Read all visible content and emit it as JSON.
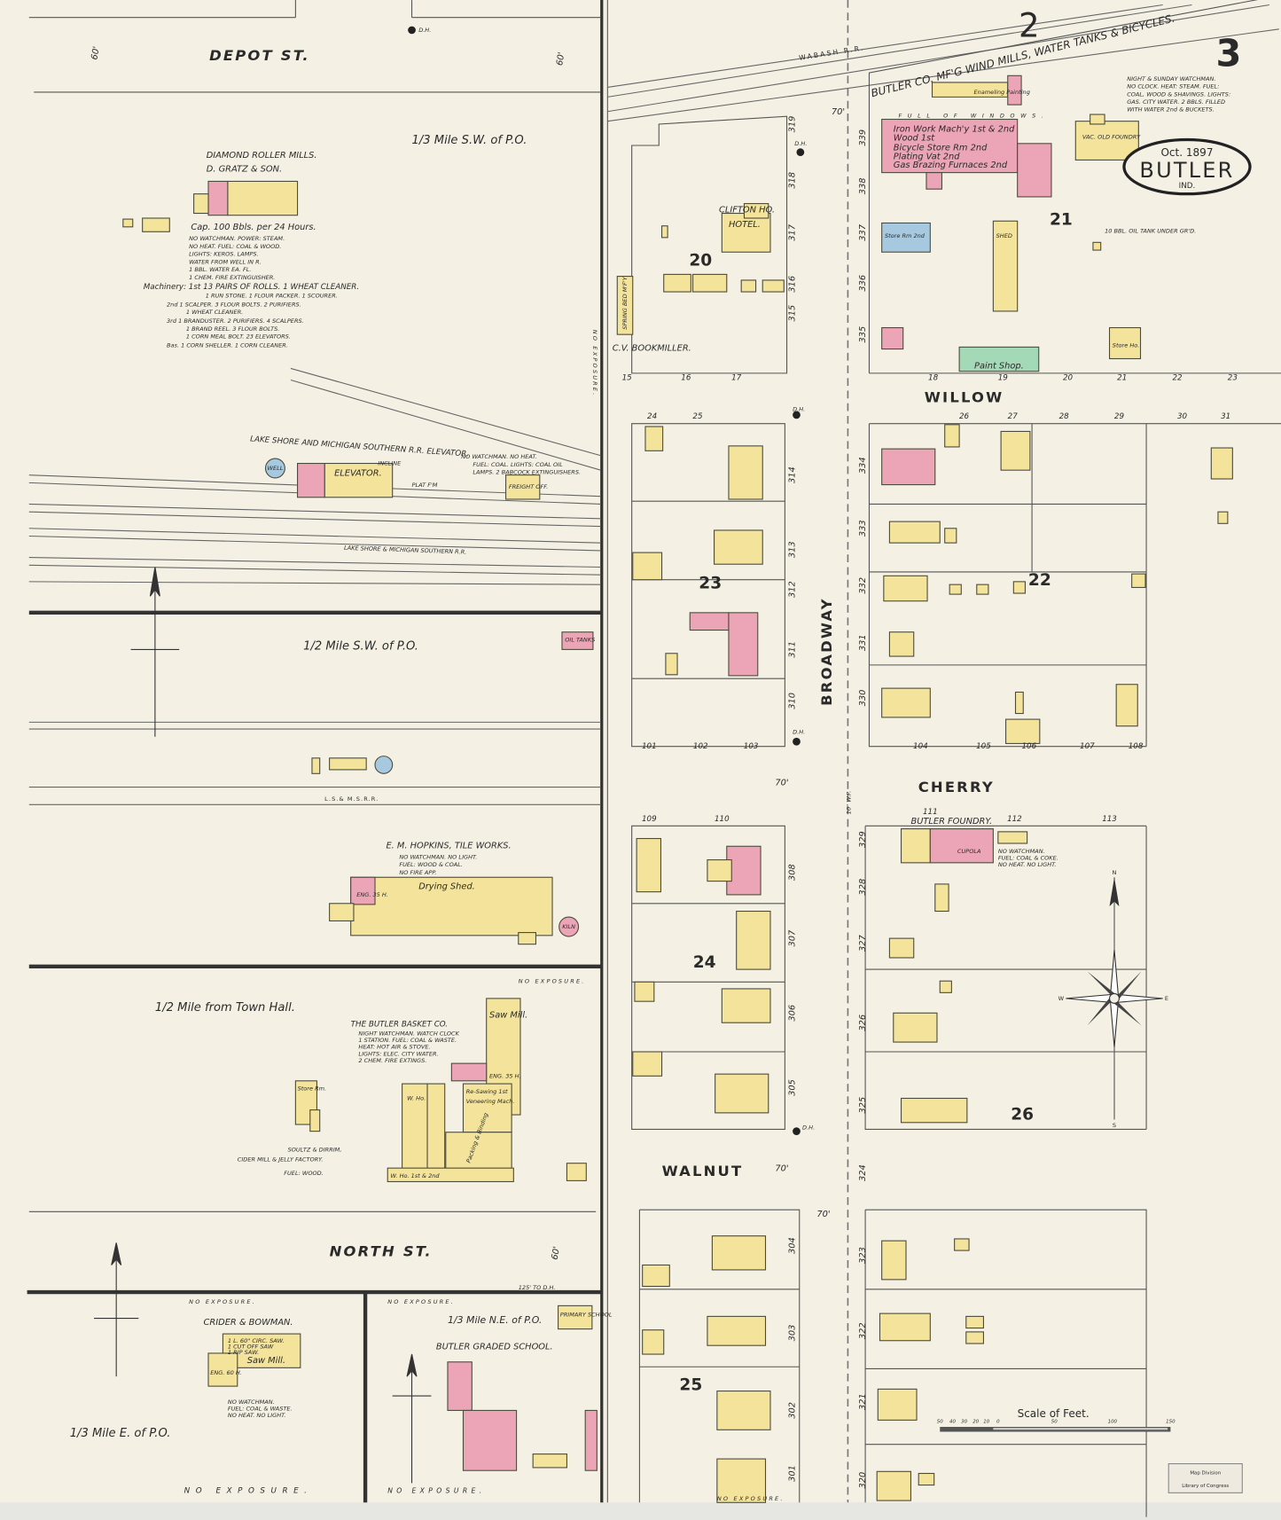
{
  "sheet": {
    "number": "3",
    "adjacent_sheet": "2"
  },
  "title_cartouche": {
    "date": "Oct. 1897",
    "town": "BUTLER",
    "state": "IND."
  },
  "colors": {
    "paper": "#f4f1e4",
    "frame_brick": "#f3e39b",
    "brick": "#eba5b6",
    "stone": "#a6c9df",
    "special": "#a3d9b6",
    "lines": "#555555"
  },
  "streets": {
    "depot": "DEPOT ST.",
    "north": "NORTH ST.",
    "broadway": "BROADWAY",
    "willow": "WILLOW",
    "cherry": "CHERRY",
    "walnut": "WALNUT",
    "wabash": "WABASH R.R.",
    "lsms_track": "LAKE SHORE & MICHIGAN SOUTHERN R.R.",
    "lsms_short": "L.S.& M.S.R.R."
  },
  "insets": {
    "sw_third": "1/3 Mile S.W. of P.O.",
    "sw_half": "1/2 Mile S.W. of P.O.",
    "town_hall": "1/2 Mile from Town Hall.",
    "east_third": "1/3 Mile E. of P.O.",
    "ne_third": "1/3 Mile N.E. of P.O."
  },
  "mills": {
    "name": "DIAMOND ROLLER MILLS.",
    "owner": "D. GRATZ & SON.",
    "capacity": "Cap. 100 Bbls. per 24 Hours.",
    "notes": [
      "NO WATCHMAN. POWER: STEAM.",
      "NO HEAT. FUEL: COAL & WOOD.",
      "LIGHTS: KEROS. LAMPS.",
      "WATER FROM WELL IN R.",
      "1 BBL. WATER EA. FL.",
      "1 CHEM. FIRE EXTINGUISHER."
    ],
    "machinery": [
      "Machinery: 1st 13 PAIRS OF ROLLS. 1 WHEAT CLEANER.",
      "1 RUN STONE. 1 FLOUR PACKER. 1 SCOURER.",
      "2nd 1 SCALPER. 3 FLOUR BOLTS. 2 PURIFIERS.",
      "1 WHEAT CLEANER.",
      "3rd 1 BRANDUSTER. 2 PURIFIERS. 4 SCALPERS.",
      "1 BRAND REEL. 3 FLOUR BOLTS.",
      "1 CORN MEAL BOLT. 23 ELEVATORS.",
      "Bas. 1 CORN SHELLER. 1 CORN CLEANER."
    ]
  },
  "elevator": {
    "title": "LAKE SHORE AND MICHIGAN SOUTHERN R.R. ELEVATOR.",
    "label": "ELEVATOR.",
    "platform": "PLAT F'M",
    "incline": "INCLINE",
    "freight": "FREIGHT OFF.",
    "well": "WELL",
    "notes": [
      "NO WATCHMAN. NO HEAT.",
      "FUEL: COAL. LIGHTS: COAL OIL",
      "LAMPS. 2 BABCOCK EXTINGUISHERS."
    ]
  },
  "tile_works": {
    "name": "E. M. HOPKINS, TILE WORKS.",
    "notes": [
      "NO WATCHMAN. NO LIGHT.",
      "FUEL: WOOD & COAL.",
      "NO FIRE APP."
    ],
    "shed": "Drying Shed.",
    "engine": "ENG. 35 H.",
    "kiln": "KILN",
    "oil_tank": "OIL TANKS"
  },
  "basket_co": {
    "name": "THE BUTLER BASKET CO.",
    "notes": [
      "NIGHT WATCHMAN. WATCH CLOCK",
      "1 STATION. FUEL: COAL & WASTE.",
      "HEAT: HOT AIR & STOVE.",
      "LIGHTS: ELEC. CITY WATER.",
      "2 CHEM. FIRE EXTINGS."
    ],
    "saw_mill": "Saw Mill.",
    "engine": "ENG. 35 H.",
    "warehouse": "W. Ho.",
    "warehouse_2": "W. Ho. 1st & 2nd",
    "resawing": "Re-Sawing 1st",
    "veneering": "Veneering Mach.",
    "packing": "Packing & Binding"
  },
  "cider_mill": {
    "owner": "SOULTZ & DIRRIM,",
    "name": "CIDER MILL & JELLY FACTORY.",
    "fuel": "FUEL: WOOD.",
    "store": "Store Rm."
  },
  "crider": {
    "name": "CRIDER & BOWMAN.",
    "equipment": [
      "1 L. 60\" CIRC. SAW.",
      "1 CUT OFF SAW",
      "1 RIP SAW."
    ],
    "label": "Saw Mill.",
    "engine": "ENG. 60 H.",
    "notes": [
      "NO WATCHMAN.",
      "FUEL: COAL & WASTE.",
      "NO HEAT. NO LIGHT."
    ]
  },
  "school": {
    "primary": "PRIMARY SCHOOL",
    "name": "BUTLER GRADED SCHOOL."
  },
  "exposure": "NO EXPOSURE.",
  "windmill_co": {
    "name": "BUTLER CO. MF'G WIND MILLS, WATER TANKS & BICYCLES.",
    "notes": [
      "NIGHT & SUNDAY WATCHMAN.",
      "NO CLOCK. HEAT: STEAM. FUEL:",
      "COAL, WOOD & SHAVINGS. LIGHTS:",
      "GAS. CITY WATER. 2 BBLS. FILLED",
      "WITH WATER 2nd & BUCKETS."
    ],
    "windows": "FULL OF WINDOWS.",
    "works": [
      "Iron Work Mach'y 1st & 2nd",
      "Wood 1st",
      "Bicycle Store Rm 2nd",
      "Plating Vat 2nd",
      "Gas Brazing Furnaces 2nd"
    ],
    "enameling": "Enameling Painting",
    "old_foundry": "VAC. OLD FOUNDRY",
    "store_room": "Store Rm 2nd",
    "shed": "SHED",
    "paint_shop": "Paint Shop.",
    "store_house": "Store Ho.",
    "oil_tank": "10 BBL. OIL TANK UNDER GR'D."
  },
  "hotel": {
    "name": "CLIFTON HO.",
    "label": "HOTEL."
  },
  "bookmiller": {
    "name": "C.V. BOOKMILLER.",
    "shop": "SPRING BED M'F'Y"
  },
  "foundry": {
    "name": "BUTLER FOUNDRY.",
    "notes": [
      "NO WATCHMAN.",
      "FUEL: COAL & COKE.",
      "NO HEAT. NO LIGHT."
    ],
    "cupola": "CUPOLA"
  },
  "blocks": [
    "20",
    "21",
    "22",
    "23",
    "24",
    "25",
    "26"
  ],
  "house_numbers_west": [
    "319",
    "318",
    "317",
    "316",
    "315",
    "314",
    "313",
    "312",
    "311",
    "310",
    "308",
    "307",
    "306",
    "305",
    "304",
    "303",
    "302",
    "301"
  ],
  "house_numbers_east": [
    "339",
    "338",
    "337",
    "336",
    "335",
    "334",
    "333",
    "332",
    "331",
    "330",
    "329",
    "328",
    "327",
    "326",
    "325",
    "324",
    "323",
    "322",
    "321",
    "320"
  ],
  "lot_numbers": [
    "15",
    "16",
    "17",
    "18",
    "19",
    "20",
    "21",
    "22",
    "23",
    "24",
    "25",
    "26",
    "27",
    "28",
    "29",
    "30",
    "31",
    "101",
    "102",
    "103",
    "104",
    "105",
    "106",
    "107",
    "108",
    "109",
    "110",
    "111",
    "112",
    "113"
  ],
  "dimensions": {
    "seventy": "70'",
    "sixty": "60'",
    "water_pipe": "10\" W.P.",
    "dh": "D.H.",
    "to_dh": "125' TO D.H."
  },
  "compass": {
    "n": "N",
    "s": "S",
    "e": "E",
    "w": "W"
  },
  "scale": {
    "title": "Scale of Feet.",
    "ticks": [
      "50",
      "40",
      "30",
      "20",
      "10",
      "0",
      "50",
      "100",
      "150"
    ]
  },
  "stamp": {
    "line1": "Map Division",
    "line2": "Library of Congress"
  }
}
